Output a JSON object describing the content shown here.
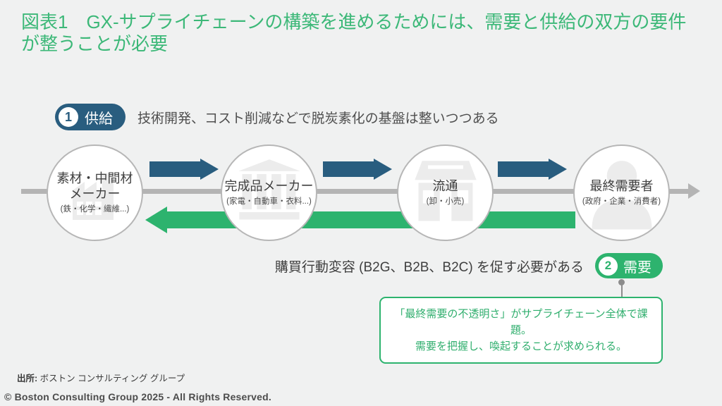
{
  "slide": {
    "title": "図表1　GX-サプライチェーンの構築を進めるためには、需要と供給の双方の要件が整うことが必要",
    "source_label": "出所:",
    "source_text": "ボストン コンサルティング グループ",
    "copyright": "© Boston Consulting Group 2025 - All Rights Reserved."
  },
  "supply": {
    "badge_number": "1",
    "badge_label": "供給",
    "description": "技術開発、コスト削減などで脱炭素化の基盤は整いつつある"
  },
  "flow": {
    "nodes": [
      {
        "label": "素材・中間材",
        "label2": "メーカー",
        "sublabel": "(鉄・化学・繊維...)",
        "icon": "factory-icon"
      },
      {
        "label": "完成品メーカー",
        "label2": "",
        "sublabel": "(家電・自動車・衣料...)",
        "icon": "building-columns-icon"
      },
      {
        "label": "流通",
        "label2": "",
        "sublabel": "(卸・小売)",
        "icon": "storefront-icon"
      },
      {
        "label": "最終需要者",
        "label2": "",
        "sublabel": "(政府・企業・消費者)",
        "icon": "person-icon"
      }
    ]
  },
  "demand": {
    "text": "購買行動変容 (B2G、B2B、B2C) を促す必要がある",
    "badge_number": "2",
    "badge_label": "需要"
  },
  "callout": {
    "line1": "「最終需要の不透明さ」がサプライチェーン全体で課題。",
    "line2": "需要を把握し、喚起することが求められる。"
  },
  "colors": {
    "title_green": "#3cb878",
    "accent_green": "#2db36e",
    "dark_blue": "#295d7f",
    "line_gray": "#b4b4b4",
    "text_dark": "#3f3f3f",
    "background": "#f0f1f1"
  }
}
